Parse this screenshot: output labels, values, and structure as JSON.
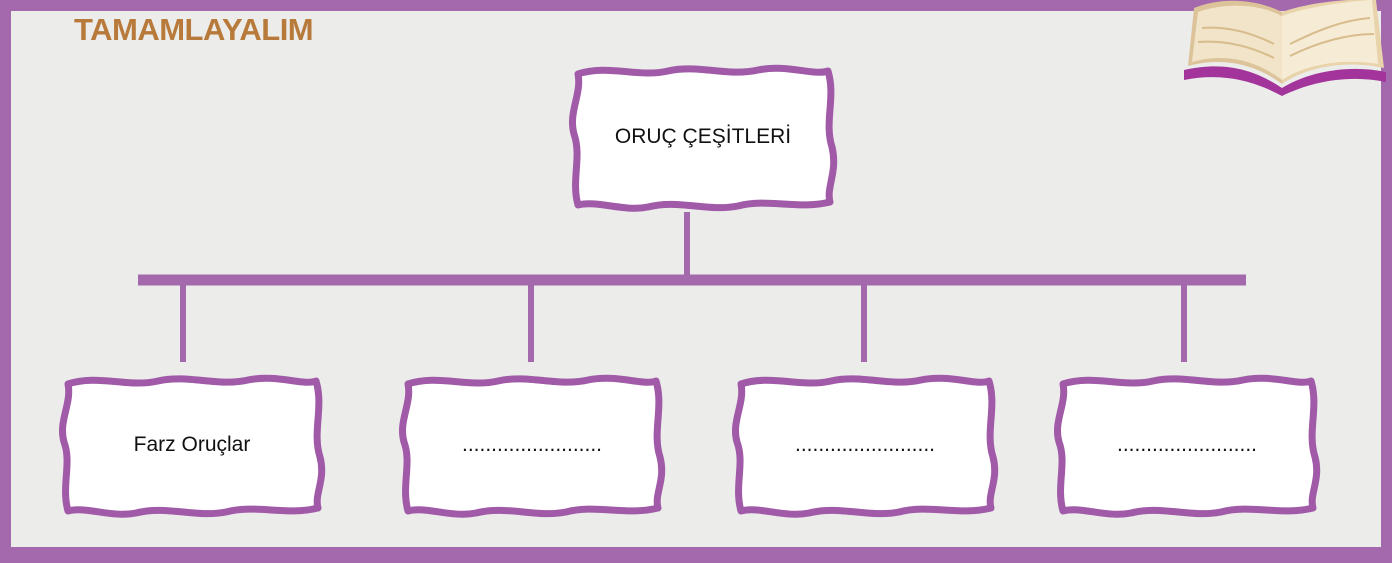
{
  "title": "TAMAMLAYALIM",
  "root": {
    "label": "ORUÇ ÇEŞİTLERİ"
  },
  "children": [
    {
      "label": "Farz Oruçlar"
    },
    {
      "label": "........................"
    },
    {
      "label": "........................"
    },
    {
      "label": "........................"
    }
  ],
  "colors": {
    "frame": "#a468ad",
    "box_border": "#a05aa8",
    "background": "#ececeb",
    "title": "#b87a3a"
  },
  "icons": [
    "open-book-icon"
  ]
}
